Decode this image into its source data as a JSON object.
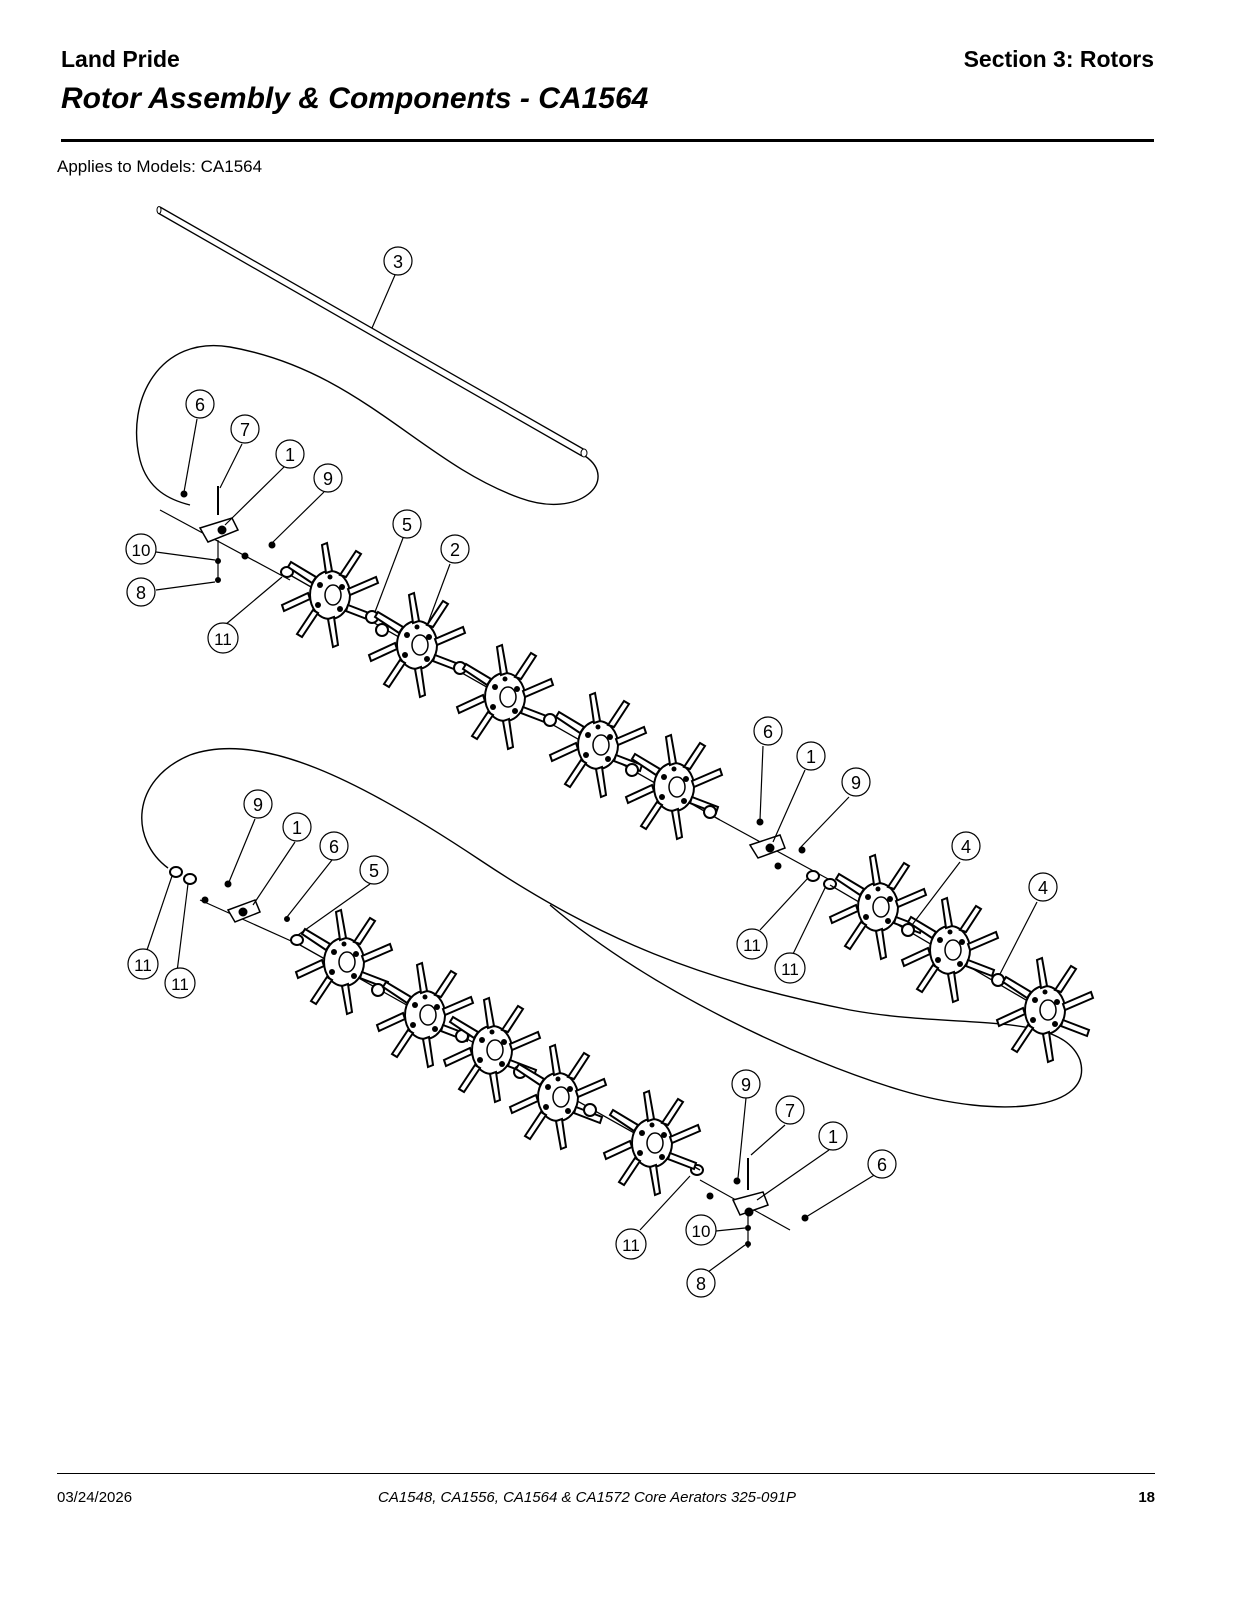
{
  "header": {
    "brand": "Land Pride",
    "section": "Section 3: Rotors",
    "title": "Rotor Assembly & Components - CA1564"
  },
  "applies_to": "Applies to Models: CA1564",
  "diagram": {
    "callouts": [
      "1",
      "2",
      "3",
      "4",
      "5",
      "6",
      "7",
      "8",
      "9",
      "10",
      "11"
    ]
  },
  "footer": {
    "date": "03/24/2026",
    "document": "CA1548, CA1556, CA1564 & CA1572  Core Aerators  325-091P",
    "page": "18"
  }
}
